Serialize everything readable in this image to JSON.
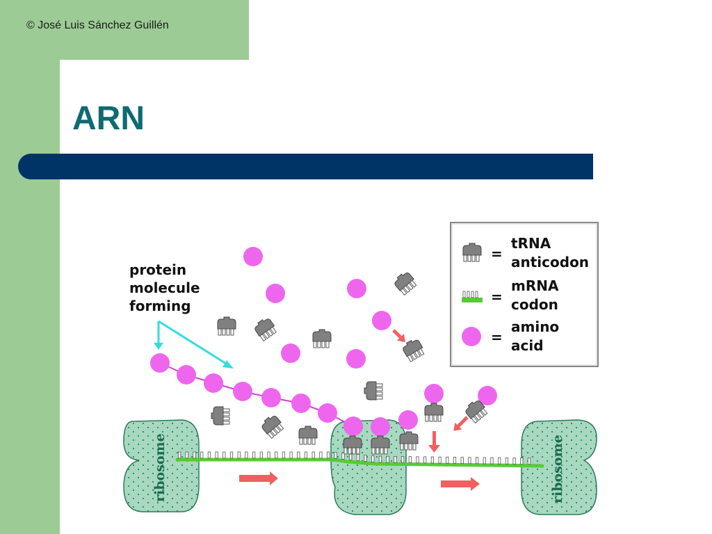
{
  "copyright": "© José Luis Sánchez Guillén",
  "title": "ARN",
  "diagram": {
    "protein_label": [
      "protein",
      "molecule",
      "forming"
    ],
    "ribosome_label": "ribosome",
    "legend": {
      "trna_line1": "tRNA",
      "trna_line2": "anticodon",
      "mrna_line1": "mRNA",
      "mrna_line2": "codon",
      "amino_line1": "amino",
      "amino_line2": "acid",
      "equals": "="
    },
    "colors": {
      "amino_acid": "#ee66ee",
      "trna": "#808080",
      "mrna": "#55cc33",
      "ribosome": "#a8d8bf",
      "arrow": "#f06060",
      "pointer": "#33dddd"
    }
  }
}
